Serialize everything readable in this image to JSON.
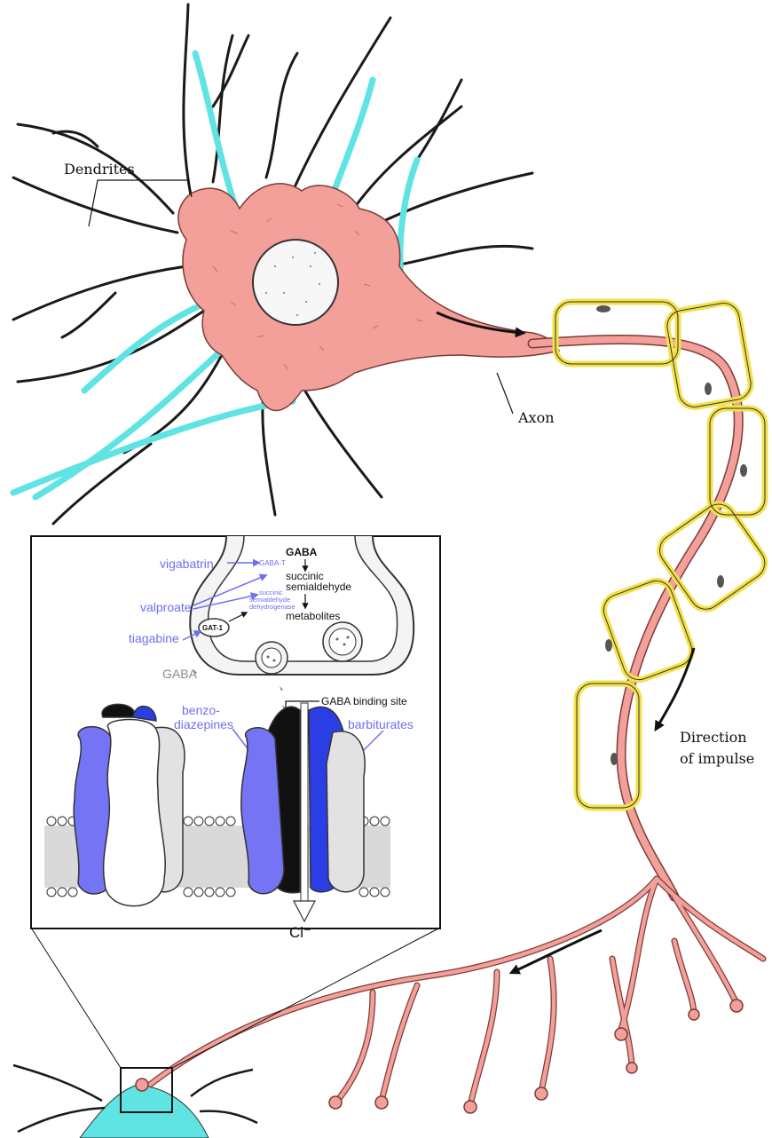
{
  "labels": {
    "dendrites": "Dendrites",
    "axon": "Axon",
    "direction_line1": "Direction",
    "direction_line2": "of impulse"
  },
  "inset": {
    "gaba_top": "GABA",
    "succinic1": "succinic",
    "succinic2": "semialdehyde",
    "metabolites": "metabolites",
    "gaba_t": "GABA-T",
    "ssadh1": "succinic",
    "ssadh2": "semialdehyde",
    "ssadh3": "dehydrogenase",
    "gat1": "GAT-1",
    "gaba_out": "GABA",
    "binding_site": "GABA binding site",
    "chloride": "Cl⁻",
    "drugs": {
      "vigabatrin": "vigabatrin",
      "valproate": "valproate",
      "tiagabine": "tiagabine",
      "benzo1": "benzo-",
      "benzo2": "diazepines",
      "barbiturates": "barbiturates"
    }
  },
  "colors": {
    "cell_body": "#f4a09a",
    "dendrite_highlight": "#5fe3e3",
    "myelin": "#f2e14a",
    "drug_text": "#6f6ff0",
    "subunit_light_blue": "#7474f4",
    "subunit_dark_blue": "#2b3ee6",
    "subunit_grey": "#e2e2e2",
    "membrane": "#d9d9d9"
  }
}
